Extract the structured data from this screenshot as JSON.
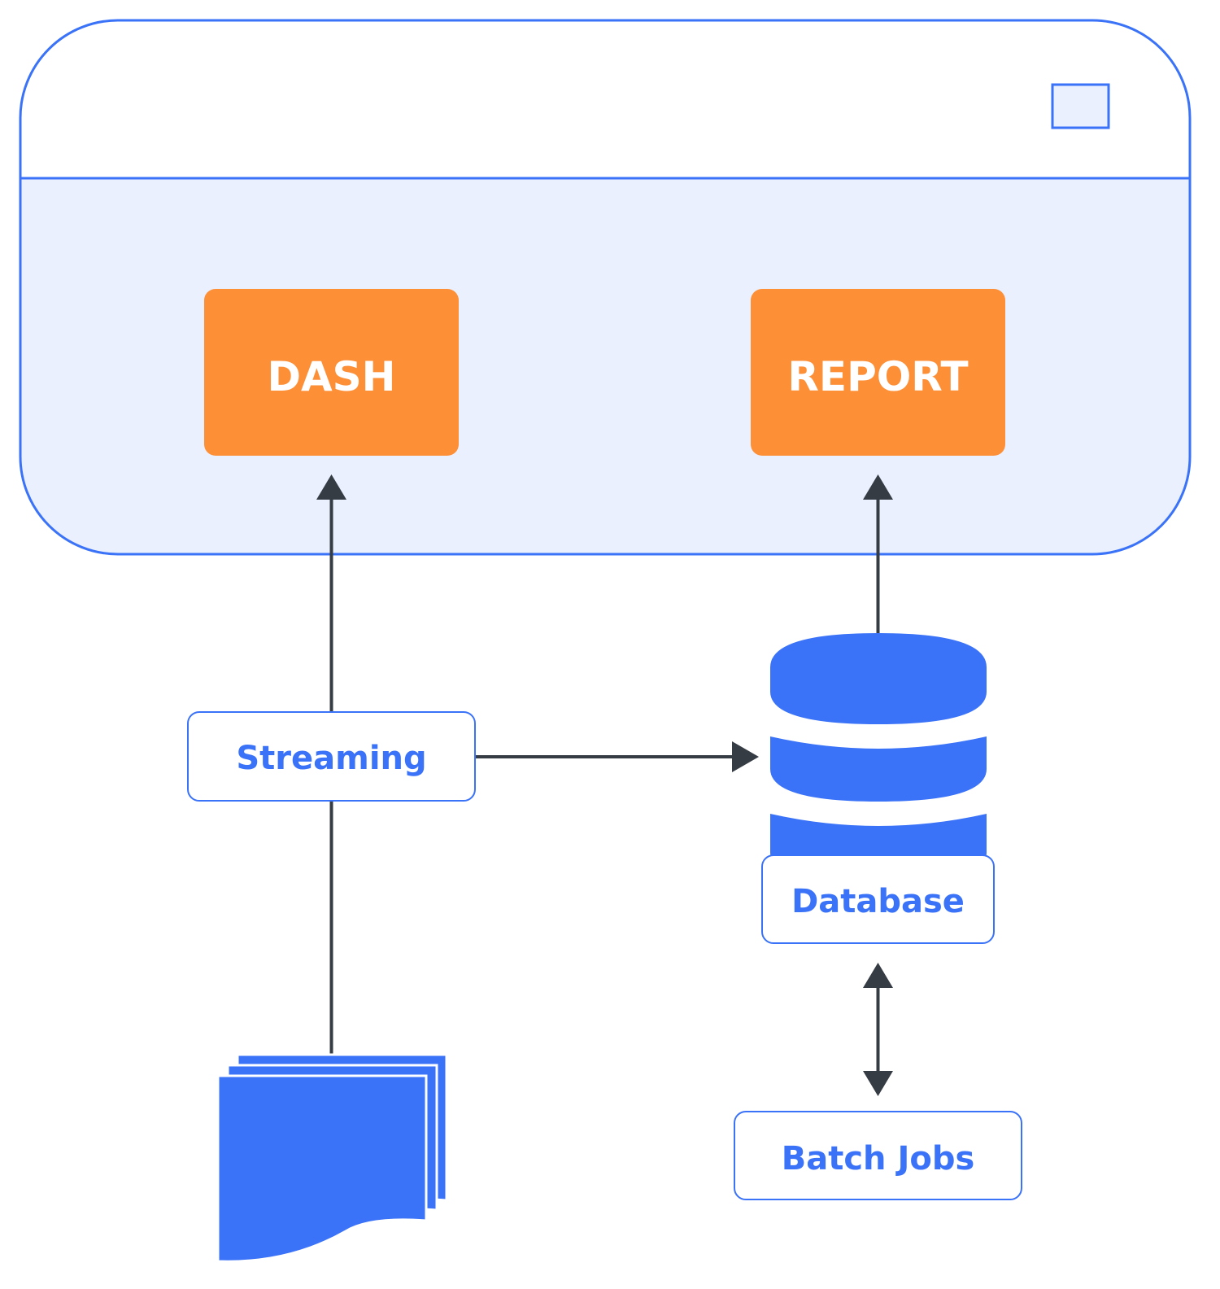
{
  "colors": {
    "accent_blue": "#3A72F8",
    "panel_fill": "#EAF0FD",
    "orange": "#FD8F37",
    "arrow": "#353C44",
    "box_border": "#3A72F8"
  },
  "app_window": {
    "dash_label": "DASH",
    "report_label": "REPORT"
  },
  "nodes": {
    "streaming_label": "Streaming",
    "database_label": "Database",
    "batch_jobs_label": "Batch Jobs"
  },
  "icons": {
    "window_button": "window-control-icon",
    "database": "database-cylinder-icon",
    "documents": "document-stack-icon"
  }
}
